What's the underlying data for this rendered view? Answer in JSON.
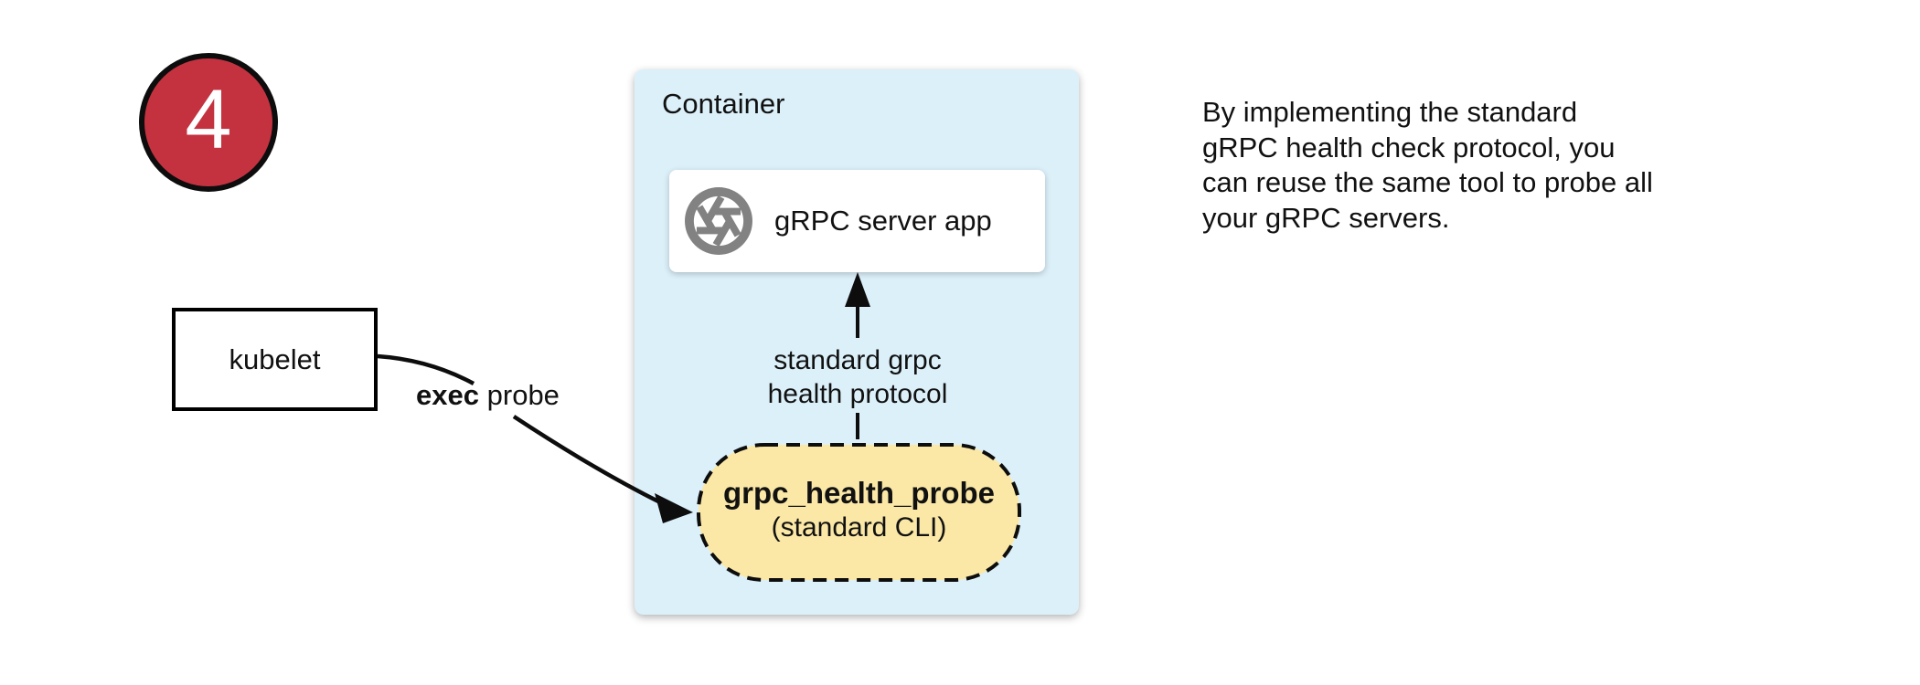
{
  "colors": {
    "badge_red": "#C43240",
    "container_blue": "#DCF0FA",
    "probe_yellow": "#FBE8A6",
    "icon_gray": "#828282",
    "line_black": "#0d0d0d"
  },
  "step": {
    "number": "4"
  },
  "kubelet": {
    "label": "kubelet"
  },
  "container": {
    "label": "Container",
    "app": {
      "label": "gRPC server app",
      "icon": "aperture-icon"
    },
    "probe": {
      "name": "grpc_health_probe",
      "subtitle": "(standard CLI)"
    }
  },
  "edges": {
    "exec_probe": {
      "bold": "exec",
      "rest": "probe"
    },
    "protocol": {
      "line1": "standard grpc",
      "line2": "health protocol"
    }
  },
  "caption": {
    "lines": [
      "By implementing the standard",
      "gRPC health check protocol, you",
      "can reuse the same tool to probe all",
      "your gRPC servers."
    ]
  }
}
